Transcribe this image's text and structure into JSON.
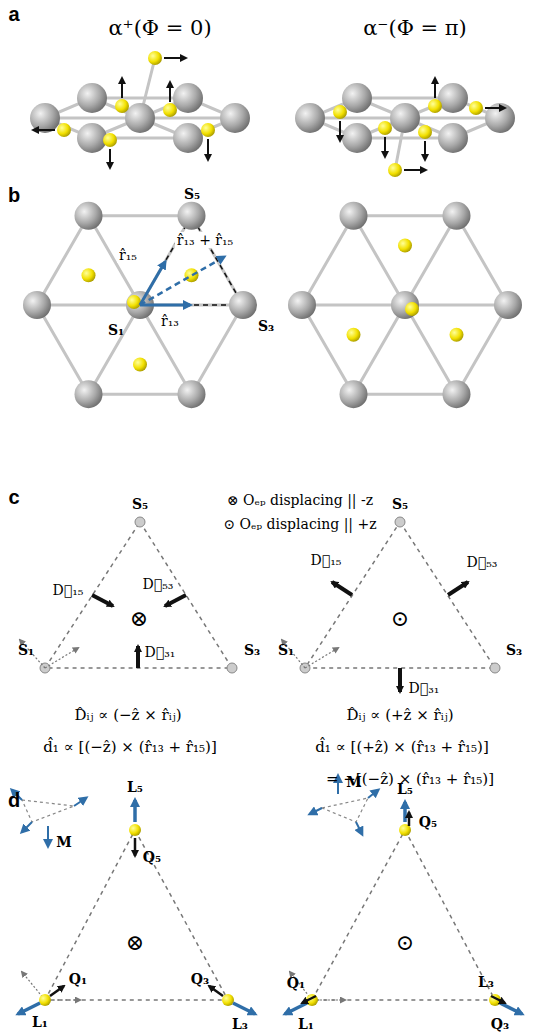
{
  "diagram": {
    "labels": [
      "a",
      "α⁺(Φ = 0)",
      "α⁻(Φ = π)",
      "b",
      "S₅",
      "r̂₁₅",
      "r̂₁₃ + r̂₁₅",
      "S₁",
      "r̂₁₃",
      "S₃",
      "c",
      "⊗ Oₑₚ displacing || -z",
      "⊙ Oₑₚ displacing || +z",
      "S₅",
      "D⃗₁₅",
      "⊗",
      "D⃗₅₃",
      "S₁",
      "D⃗₃₁",
      "S₃",
      "S₅",
      "D⃗₁₅",
      "D⃗₅₃",
      "⊙",
      "S₁",
      "S₃",
      "D⃗₃₁",
      "D̂ᵢⱼ ∝ (−ẑ × r̂ᵢⱼ)",
      "d̂₁ ∝ [(−ẑ) × (r̂₁₃ + r̂₁₅)]",
      "D̂ᵢⱼ ∝ (+ẑ × r̂ᵢⱼ)",
      "d̂₁ ∝ [(+ẑ) × (r̂₁₃ + r̂₁₅)]",
      "= −[(−ẑ) × (r̂₁₃ + r̂₁₅)]",
      "d",
      "L₅",
      "Q₅",
      "M",
      "⊗",
      "Q₁",
      "L₁",
      "Q₃",
      "L₃",
      "L₅",
      "Q₅",
      "M",
      "⊙",
      "Q₁",
      "L₁",
      "L₃",
      "Q₃"
    ]
  }
}
